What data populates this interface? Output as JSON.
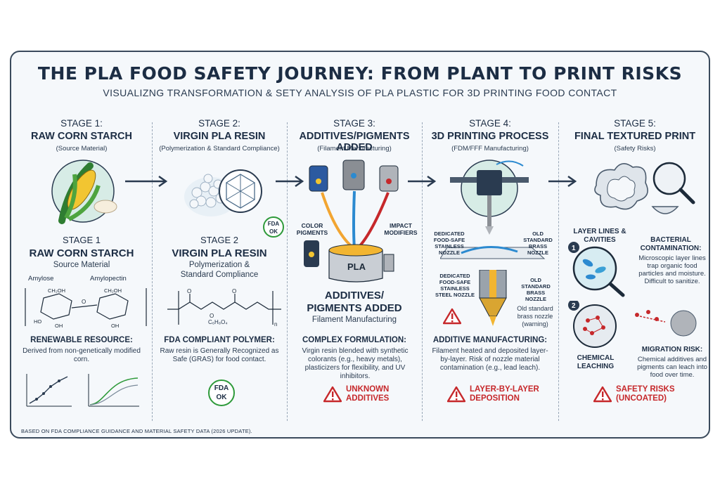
{
  "header": {
    "title": "THE PLA FOOD SAFETY JOURNEY: FROM PLANT TO PRINT RISKS",
    "subtitle": "VISUALIZNG TRANSFORMATION & SETY ANALYSIS OF PLA PLASTIC FOR 3D PRINTING FOOD CONTACT"
  },
  "stages": [
    {
      "label": "STAGE 1:",
      "name": "RAW CORN STARCH",
      "sub": "(Source Material)",
      "big_label": "STAGE 1",
      "big_name": "RAW CORN STARCH",
      "big_sub": "Source Material",
      "molecule_labels": [
        "Amylose",
        "Amylopectin"
      ],
      "section_head": "RENEWABLE RESOURCE:",
      "section_body": "Derived from non-genetically modified corn."
    },
    {
      "label": "STAGE 2:",
      "name": "VIRGIN PLA RESIN",
      "sub": "(Polymerization & Standard Compliance)",
      "big_label": "STAGE 2",
      "big_name": "VIRGIN PLA RESIN",
      "big_sub_1": "Polymerization &",
      "big_sub_2": "Standard Compliance",
      "formula_label": "C₆H₈O₄",
      "section_head": "FDA COMPLIANT POLYMER:",
      "section_body": "Raw resin is Generally Recognized as Safe (GRAS) for food contact.",
      "badge_top": "FDA",
      "badge_bottom": "OK"
    },
    {
      "label": "STAGE 3:",
      "name": "ADDITIVES/PIGMENTS ADDED",
      "sub": "(Filament Manufacturing)",
      "left_tag": "COLOR PIGMENTS",
      "right_tag": "IMPACT MODIFIERS",
      "vat_label": "PLA",
      "big_name_1": "ADDITIVES/",
      "big_name_2": "PIGMENTS ADDED",
      "big_sub": "Filament Manufacturing",
      "section_head": "COMPLEX FORMULATION:",
      "section_body": "Virgin resin blended with synthetic colorants (e.g., heavy metals), plasticizers for flexibility, and UV inhibitors.",
      "warning": "UNKNOWN ADDITIVES"
    },
    {
      "label": "STAGE 4:",
      "name": "3D PRINTING PROCESS",
      "sub": "(FDM/FFF Manufacturing)",
      "nozzle_left": "DEDICATED FOOD-SAFE STAINLESS NOZZLE",
      "nozzle_right": "OLD STANDARD BRASS NOZZLE",
      "nozzle_left_2": "DEDICATED FOOD-SAFE STAINLESS STEEL NOZZLE",
      "nozzle_right_2": "OLD STANDARD BRASS NOZZLE",
      "warn_note": "Old standard brass nozzle (warning)",
      "section_head": "ADDITIVE MANUFACTURING:",
      "section_body": "Filament heated and deposited layer-by-layer. Risk of nozzle material contamination (e.g., lead leach).",
      "warning": "LAYER-BY-LAYER DEPOSITION"
    },
    {
      "label": "STAGE 5:",
      "name": "FINAL TEXTURED PRINT",
      "sub": "(Safety Risks)",
      "tag_layer": "LAYER LINES & CAVITIES",
      "bact_head": "BACTERIAL CONTAMINATION:",
      "bact_body": "Microscopic layer lines trap organic food particles and moisture. Difficult to sanitize.",
      "chem_head": "CHEMICAL LEACHING",
      "mig_head": "MIGRATION RISK:",
      "mig_body": "Chemical additives and pigments can leach into food over time.",
      "step_1": "1",
      "step_2": "2",
      "warning": "SAFETY RISKS (UNCOATED)"
    }
  ],
  "footer": "BASED ON FDA COMPLIANCE GUIDANCE AND MATERIAL SAFETY DATA (2026 UPDATE).",
  "colors": {
    "frame": "#3a4a5c",
    "title": "#1c2d44",
    "warning": "#c6282b",
    "fda": "#2e9a3a"
  }
}
